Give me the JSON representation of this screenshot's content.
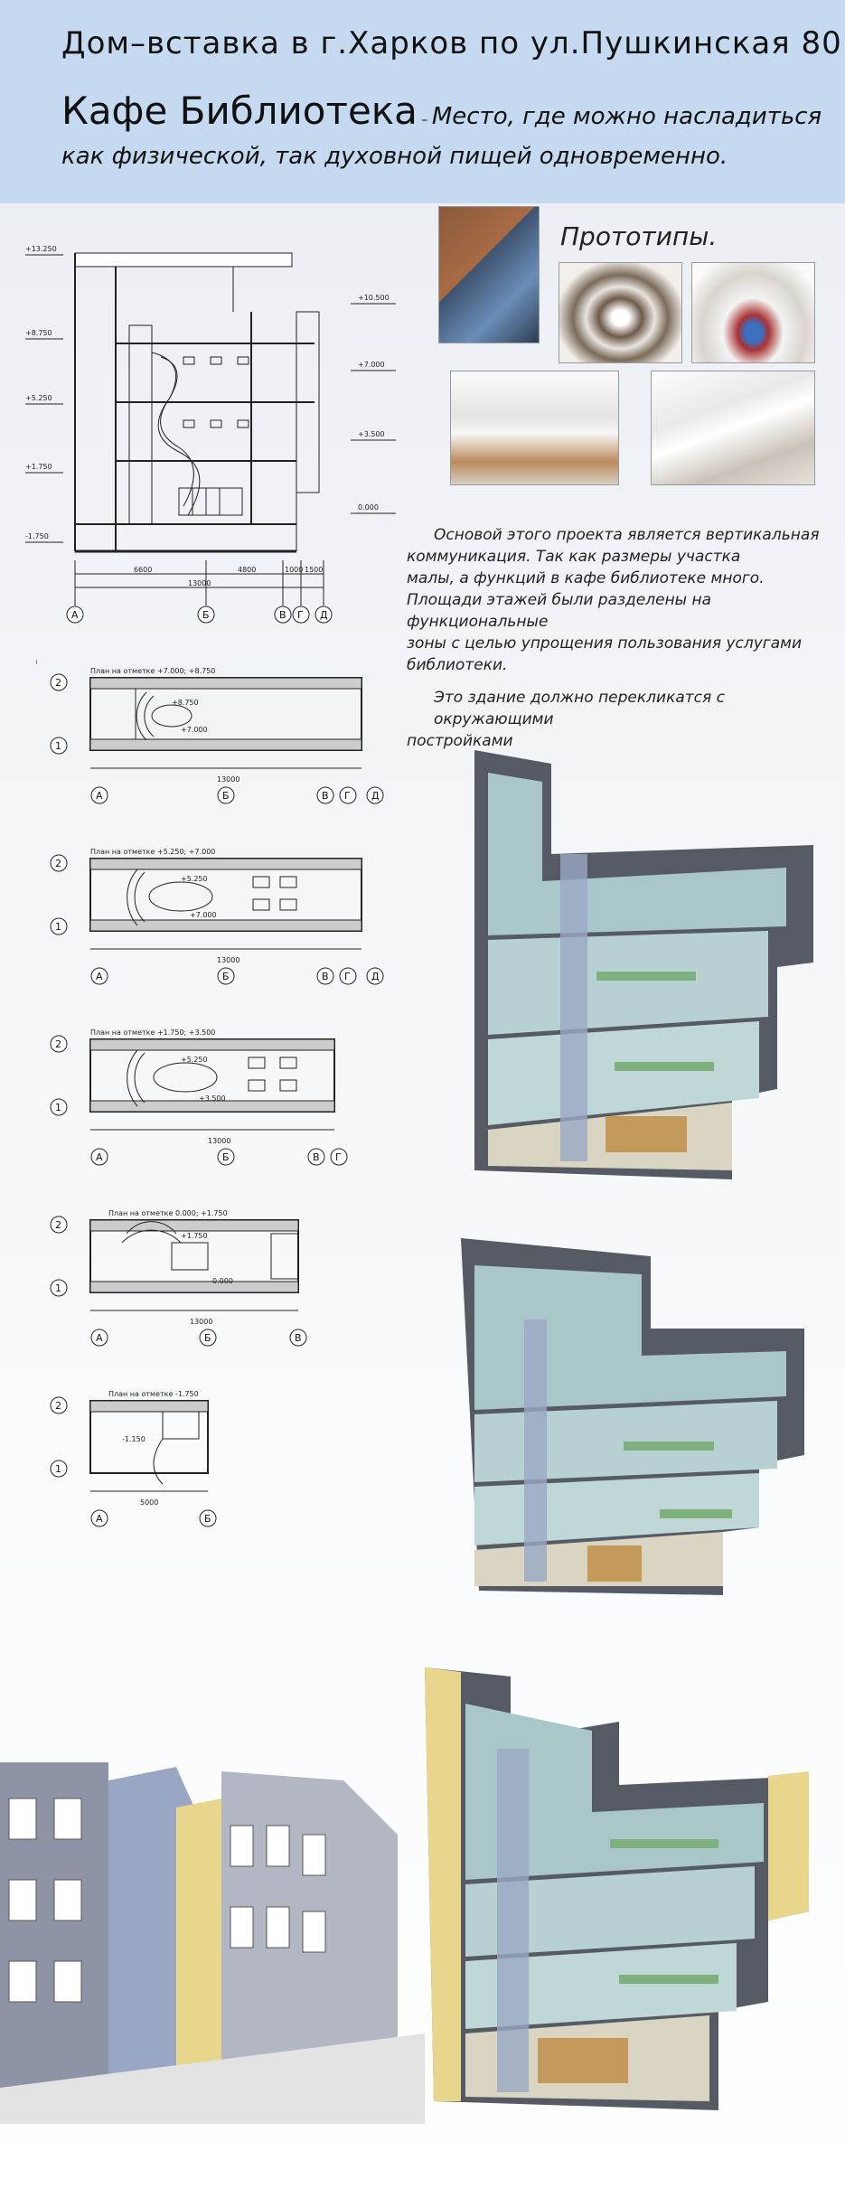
{
  "header": {
    "title_line1": "Дом–вставка в г.Харков по ул.Пушкинская 80",
    "title_main": "Кафе Библиотека",
    "title_dash": " – ",
    "title_tail": "Место, где можно насладиться",
    "title_line3": "как физической, так духовной пищей одновременно."
  },
  "prototypes": {
    "heading": "Прототипы."
  },
  "description": {
    "p1_l1": "Основой этого проекта является вертикальная",
    "p1_l2": "коммуникация. Так как размеры участка",
    "p1_l3": "малы, а функций в кафе библиотеке много.",
    "p1_l4": "Площади этажей были разделены  на функциональные",
    "p1_l5": "зоны с целью  упрощения пользования услугами",
    "p1_l6": "библиотеки.",
    "p2_l1": "Это здание должно перекликатся с окружающими",
    "p2_l2": "постройками"
  },
  "section": {
    "levels": [
      "+13.250",
      "+10.500",
      "+8.750",
      "+7.000",
      "+5.250",
      "+3.500",
      "+1.750",
      "0.000",
      "-1.750"
    ],
    "dims": [
      "6600",
      "4800",
      "1000",
      "1500",
      "13000"
    ],
    "axes": [
      "А",
      "Б",
      "В",
      "Г",
      "Д"
    ]
  },
  "plans": [
    {
      "title": "План на отметке +7.000; +8.750",
      "marks": [
        "+8.750",
        "+7.000"
      ],
      "total": "13000",
      "axes": [
        "А",
        "Б",
        "В",
        "Г",
        "Д"
      ],
      "rows": [
        "2",
        "1"
      ]
    },
    {
      "title": "План на отметке +5.250; +7.000",
      "marks": [
        "+5.250",
        "+7.000"
      ],
      "total": "13000",
      "axes": [
        "А",
        "Б",
        "В",
        "Г",
        "Д"
      ],
      "rows": [
        "2",
        "1"
      ]
    },
    {
      "title": "План на отметке +1.750; +3.500",
      "marks": [
        "+5.250",
        "+3.500"
      ],
      "total": "13000",
      "axes": [
        "А",
        "Б",
        "В",
        "Г"
      ],
      "rows": [
        "2",
        "1"
      ]
    },
    {
      "title": "План на отметке 0.000; +1.750",
      "marks": [
        "+1.750",
        "0.000"
      ],
      "total": "13000",
      "axes": [
        "А",
        "Б",
        "В"
      ],
      "rows": [
        "2",
        "1"
      ]
    },
    {
      "title": "План на отметке -1.750",
      "marks": [
        "-1.150"
      ],
      "total": "5000",
      "axes": [
        "А",
        "Б"
      ],
      "rows": [
        "2",
        "1"
      ]
    }
  ],
  "colors": {
    "header_bg": "#c5d9f0",
    "wall": "#555a63",
    "interior": "#a9c7c9",
    "facade_yellow": "#e8d68c",
    "glass": "#9aa7c4"
  }
}
